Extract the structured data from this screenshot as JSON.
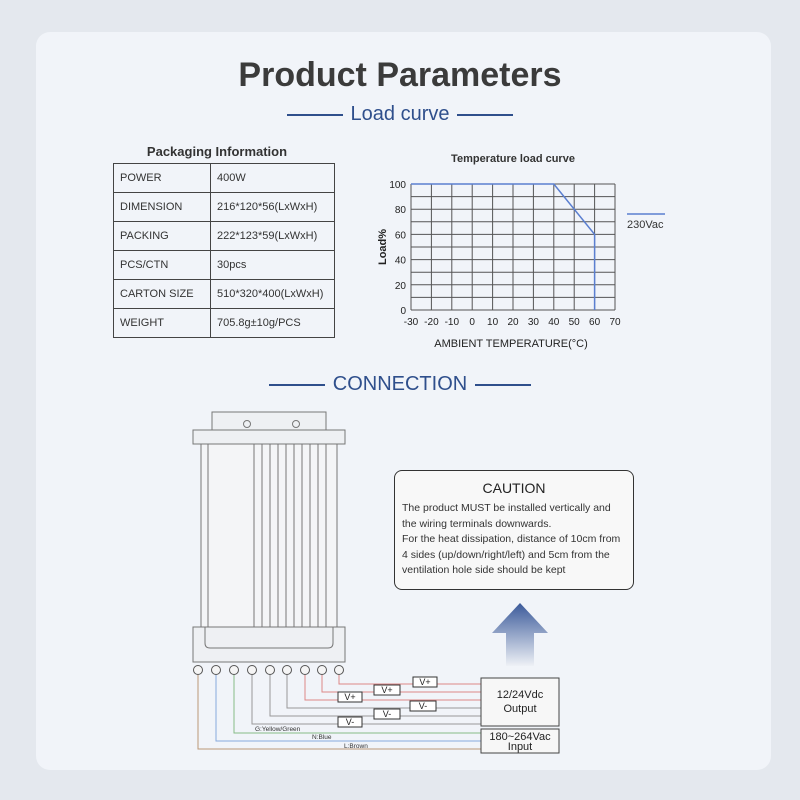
{
  "header": {
    "title": "Product Parameters"
  },
  "load_section": {
    "title": "Load curve"
  },
  "packaging": {
    "title": "Packaging Information",
    "rows": [
      {
        "key": "POWER",
        "value": "400W"
      },
      {
        "key": "DIMENSION",
        "value": "216*120*56(LxWxH)"
      },
      {
        "key": "PACKING",
        "value": "222*123*59(LxWxH)"
      },
      {
        "key": "PCS/CTN",
        "value": "30pcs"
      },
      {
        "key": "CARTON SIZE",
        "value": "510*320*400(LxWxH)"
      },
      {
        "key": "WEIGHT",
        "value": "705.8g±10g/PCS"
      }
    ]
  },
  "chart_data": {
    "type": "line",
    "title": "Temperature load curve",
    "xlabel": "AMBIENT TEMPERATURE(°C)",
    "ylabel": "Load%",
    "xlim": [
      -30,
      70
    ],
    "ylim": [
      0,
      100
    ],
    "xticks": [
      -30,
      -20,
      -10,
      0,
      10,
      20,
      30,
      40,
      50,
      60,
      70
    ],
    "yticks": [
      0,
      20,
      40,
      60,
      80,
      100
    ],
    "grid": true,
    "series": [
      {
        "name": "230Vac",
        "x": [
          -30,
          40,
          60,
          60
        ],
        "y": [
          100,
          100,
          60,
          0
        ]
      }
    ],
    "colors": {
      "curve": "#5b7fd0",
      "grid": "#555555"
    }
  },
  "connection": {
    "title": "CONNECTION",
    "caution_title": "CAUTION",
    "caution_lines": [
      "The product MUST be installed vertically and",
      "the wiring terminals downwards.",
      "For the heat dissipation, distance of 10cm from",
      "4 sides (up/down/right/left) and 5cm from the",
      "ventilation hole side should be kept"
    ],
    "output_box": [
      "12/24Vdc",
      "Output"
    ],
    "input_box": [
      "180~264Vac",
      "Input"
    ],
    "terminal_labels": [
      "V+",
      "V+",
      "V+",
      "V-",
      "V-",
      "V-"
    ],
    "wire_labels": [
      "G:Yellow/Green",
      "N:Blue",
      "L:Brown"
    ]
  }
}
